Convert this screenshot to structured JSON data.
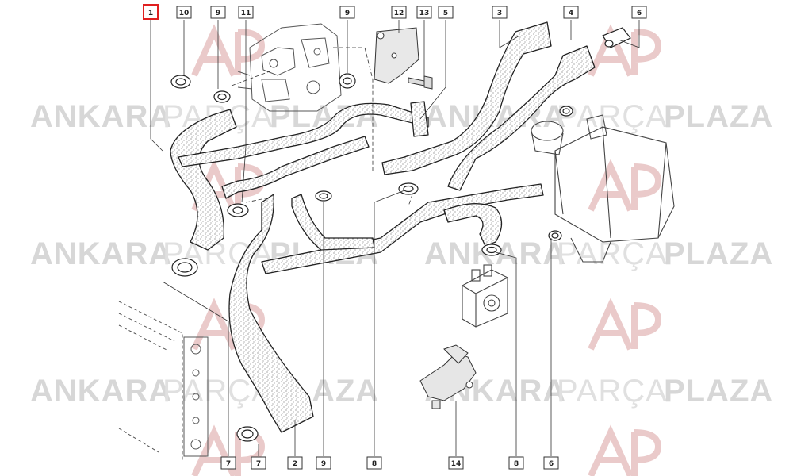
{
  "watermark": {
    "brand_bold_1": "ANKARA",
    "brand_light": "PARÇA",
    "brand_bold_2": "PLAZA",
    "logo_color": "#c0392b",
    "text_color": "#b8b8b8"
  },
  "highlight_color": "#e02020",
  "callouts": {
    "top": [
      "1",
      "10",
      "9",
      "11",
      "9",
      "12",
      "13",
      "5",
      "3",
      "4",
      "6"
    ],
    "bottom": [
      "7",
      "7",
      "2",
      "9",
      "8",
      "14",
      "8",
      "6"
    ]
  }
}
